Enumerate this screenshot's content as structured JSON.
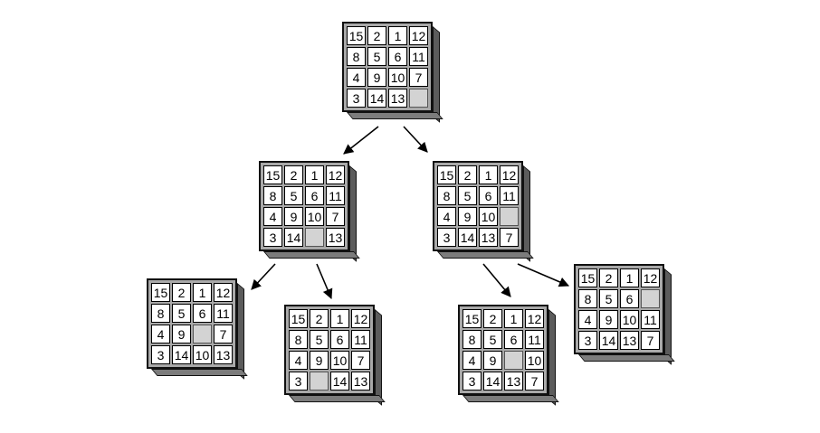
{
  "puzzles": [
    {
      "id": "root",
      "tiles": [
        [
          "15",
          "2",
          "1",
          "12"
        ],
        [
          "8",
          "5",
          "6",
          "11"
        ],
        [
          "4",
          "9",
          "10",
          "7"
        ],
        [
          "3",
          "14",
          "13",
          ""
        ]
      ]
    },
    {
      "id": "level1-left",
      "tiles": [
        [
          "15",
          "2",
          "1",
          "12"
        ],
        [
          "8",
          "5",
          "6",
          "11"
        ],
        [
          "4",
          "9",
          "10",
          "7"
        ],
        [
          "3",
          "14",
          "",
          "13"
        ]
      ]
    },
    {
      "id": "level1-right",
      "tiles": [
        [
          "15",
          "2",
          "1",
          "12"
        ],
        [
          "8",
          "5",
          "6",
          "11"
        ],
        [
          "4",
          "9",
          "10",
          ""
        ],
        [
          "3",
          "14",
          "13",
          "7"
        ]
      ]
    },
    {
      "id": "level2-a",
      "tiles": [
        [
          "15",
          "2",
          "1",
          "12"
        ],
        [
          "8",
          "5",
          "6",
          "11"
        ],
        [
          "4",
          "9",
          "",
          "7"
        ],
        [
          "3",
          "14",
          "10",
          "13"
        ]
      ]
    },
    {
      "id": "level2-b",
      "tiles": [
        [
          "15",
          "2",
          "1",
          "12"
        ],
        [
          "8",
          "5",
          "6",
          "11"
        ],
        [
          "4",
          "9",
          "10",
          "7"
        ],
        [
          "3",
          "",
          "14",
          "13"
        ]
      ]
    },
    {
      "id": "level2-c",
      "tiles": [
        [
          "15",
          "2",
          "1",
          "12"
        ],
        [
          "8",
          "5",
          "6",
          "11"
        ],
        [
          "4",
          "9",
          "",
          "10"
        ],
        [
          "3",
          "14",
          "13",
          "7"
        ]
      ]
    },
    {
      "id": "level2-d",
      "tiles": [
        [
          "15",
          "2",
          "1",
          "12"
        ],
        [
          "8",
          "5",
          "6",
          ""
        ],
        [
          "4",
          "9",
          "10",
          "11"
        ],
        [
          "3",
          "14",
          "13",
          "7"
        ]
      ]
    }
  ],
  "edges": [
    {
      "from": "root",
      "to": "level1-left"
    },
    {
      "from": "root",
      "to": "level1-right"
    },
    {
      "from": "level1-left",
      "to": "level2-a"
    },
    {
      "from": "level1-left",
      "to": "level2-b"
    },
    {
      "from": "level1-right",
      "to": "level2-c"
    },
    {
      "from": "level1-right",
      "to": "level2-d"
    }
  ]
}
